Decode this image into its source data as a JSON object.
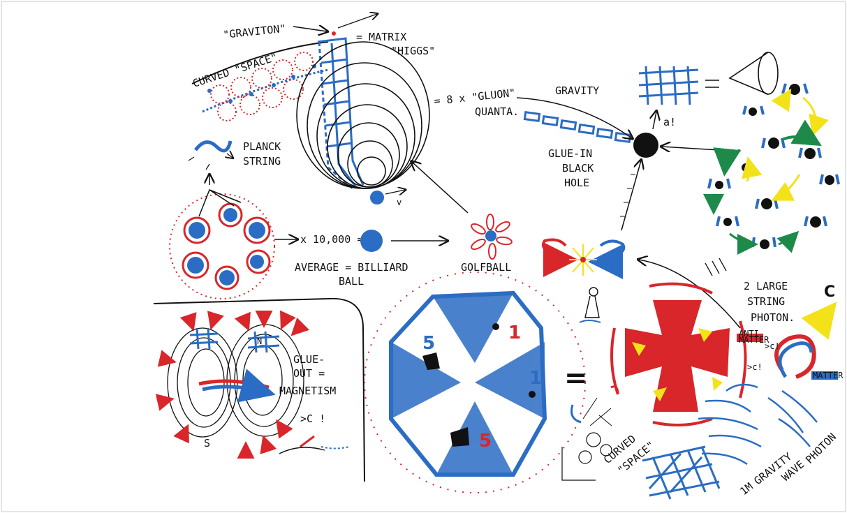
{
  "labels": {
    "graviton": "\"GRAVITON\"",
    "matrix": "= MATRIX",
    "higgs": "\"HIGGS\"",
    "curved_space_top": "CURVED \"SPACE\"",
    "planck": "PLANCK",
    "string": "STRING",
    "gluon": "= 8 x \"GLUON\"",
    "quanta": "QUANTA.",
    "gravity": "GRAVITY",
    "a": "a!",
    "glue_in": "GLUE-IN",
    "black": "BLACK",
    "hole": "HOLE",
    "v": "v",
    "times": "x 10,000 ≈",
    "average": "AVERAGE = BILLIARD",
    "ball": "BALL",
    "golfball": "GOLFBALL",
    "glue_out": "GLUE-",
    "out_eq": "OUT =",
    "magnetism": "MAGNETISM",
    "gtc": ">C !",
    "s": "S",
    "n": "N",
    "num_5a": "5",
    "num_1a": "1",
    "num_1b": "1",
    "num_5b": "5",
    "equals": "=",
    "large_string": "2 LARGE",
    "string2": "STRING",
    "photon": "PHOTON.",
    "c": "C",
    "anti": "ANTI",
    "matter_a": "MATTER",
    "gtc2": ">c!",
    "gtc3": ">c!",
    "matter_b": "MATTER",
    "curved_space_bottom": "CURVED",
    "space_bottom": "\"SPACE\"",
    "gw_1m": "1M",
    "gw_gravity": "GRAVITY",
    "gw_wave": "WAVE",
    "gw_photon": "PHOTON"
  },
  "colors": {
    "ink": "#111111",
    "red": "#d8262a",
    "blue": "#2b6cc4",
    "yellow": "#f3e21a",
    "green": "#1e8a4a"
  }
}
